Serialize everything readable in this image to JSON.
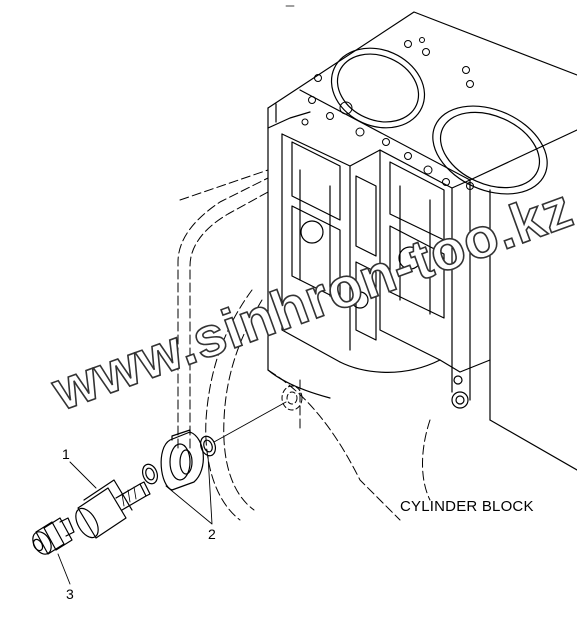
{
  "callouts": {
    "part_1": "1",
    "part_2": "2",
    "part_3": "3"
  },
  "caption": "CYLINDER BLOCK",
  "watermark": "www.sinhron-too.kz",
  "colors": {
    "line": "#000000",
    "watermark_stroke": "#333333",
    "background": "#ffffff"
  }
}
